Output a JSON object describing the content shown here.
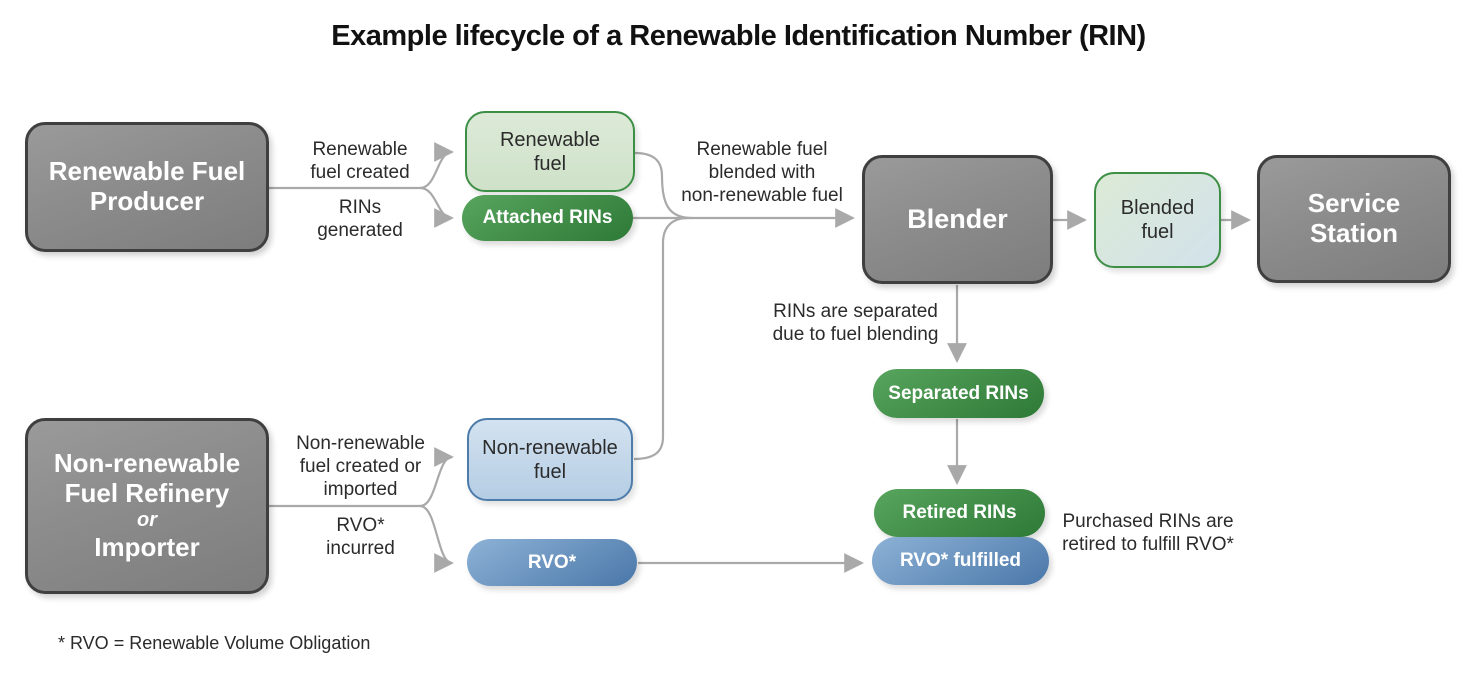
{
  "title": "Example lifecycle of a Renewable Identification Number (RIN)",
  "footnote": "* RVO = Renewable Volume Obligation",
  "nodes": {
    "producer": "Renewable Fuel\nProducer",
    "refinery_top": "Non-renewable\nFuel Refinery",
    "refinery_or": "or",
    "refinery_bottom": "Importer",
    "renewable_fuel": "Renewable\nfuel",
    "attached_rins": "Attached RINs",
    "non_renewable_fuel": "Non-renewable\nfuel",
    "rvo": "RVO*",
    "blender": "Blender",
    "blended_fuel": "Blended\nfuel",
    "service_station": "Service\nStation",
    "separated_rins": "Separated RINs",
    "retired_rins": "Retired RINs",
    "rvo_fulfilled": "RVO* fulfilled"
  },
  "edge_labels": {
    "renewable_fuel_created": "Renewable\nfuel created",
    "rins_generated": "RINs\ngenerated",
    "blended_with": "Renewable fuel\nblended with\nnon-renewable fuel",
    "rins_separated": "RINs are separated\ndue to fuel blending",
    "non_renewable_created": "Non-renewable\nfuel created or\nimported",
    "rvo_incurred": "RVO*\nincurred",
    "purchased_rins": "Purchased RINs are\nretired to fulfill RVO*"
  },
  "colors": {
    "gray_node": "#8c8c8c",
    "gray_node_border": "#3f3f3f",
    "green_pill_a": "#58a55e",
    "green_pill_b": "#2d7936",
    "green_light_a": "#dcead7",
    "green_light_b": "#cfe1c9",
    "green_border": "#3d8f46",
    "blue_pill_a": "#8db2d6",
    "blue_pill_b": "#4a77a9",
    "blue_light_a": "#d3e2f0",
    "blue_light_b": "#b5cde4",
    "blue_border": "#4d7cab",
    "blend_a": "#dcead6",
    "blend_b": "#d2e2eb",
    "line": "#a9a9a9",
    "text_dark": "#2b2b2b",
    "node_text_light": "#ffffff",
    "title_color": "#111111"
  }
}
